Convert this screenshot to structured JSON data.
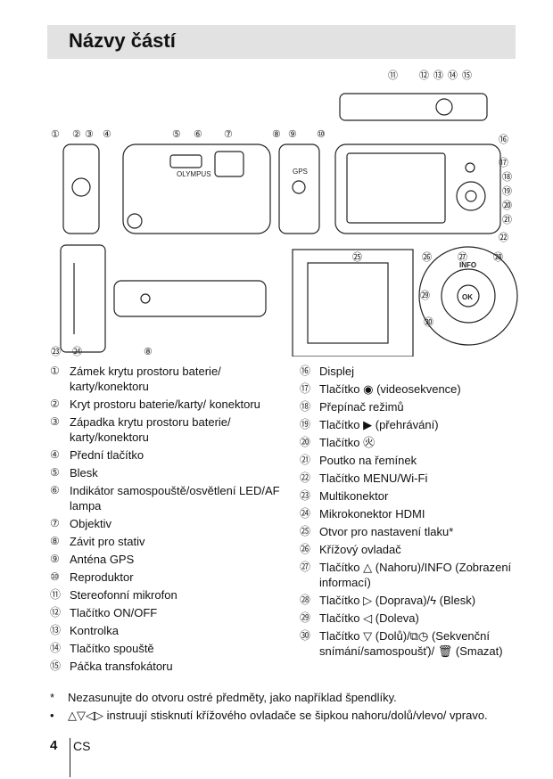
{
  "header": {
    "title": "Názvy částí"
  },
  "figure": {
    "callouts": [
      "⑪",
      "⑫",
      "⑬",
      "⑭",
      "⑮",
      "①",
      "②",
      "③",
      "④",
      "⑤",
      "⑥",
      "⑦",
      "⑧",
      "⑨",
      "⑩",
      "⑯",
      "⑰",
      "⑱",
      "⑲",
      "⑳",
      "㉑",
      "㉒",
      "㉓",
      "㉔",
      "⑧",
      "㉕",
      "㉖",
      "㉗",
      "㉘",
      "㉙",
      "㉚"
    ],
    "camera_brand": "OLYMPUS",
    "gps_label": "GPS",
    "ok_label": "OK",
    "info_label": "INFO"
  },
  "parts_left": [
    {
      "num": "①",
      "text": "Zámek krytu prostoru baterie/ karty/konektoru"
    },
    {
      "num": "②",
      "text": "Kryt prostoru baterie/karty/ konektoru"
    },
    {
      "num": "③",
      "text": "Západka krytu prostoru baterie/ karty/konektoru"
    },
    {
      "num": "④",
      "text": "Přední tlačítko"
    },
    {
      "num": "⑤",
      "text": "Blesk"
    },
    {
      "num": "⑥",
      "text": "Indikátor samospouště/osvětlení LED/AF lampa"
    },
    {
      "num": "⑦",
      "text": "Objektiv"
    },
    {
      "num": "⑧",
      "text": "Závit pro stativ"
    },
    {
      "num": "⑨",
      "text": "Anténa GPS"
    },
    {
      "num": "⑩",
      "text": "Reproduktor"
    },
    {
      "num": "⑪",
      "text": "Stereofonní mikrofon"
    },
    {
      "num": "⑫",
      "text": "Tlačítko ON/OFF"
    },
    {
      "num": "⑬",
      "text": "Kontrolka"
    },
    {
      "num": "⑭",
      "text": "Tlačítko spouště"
    },
    {
      "num": "⑮",
      "text": "Páčka transfokátoru"
    }
  ],
  "parts_right": [
    {
      "num": "⑯",
      "text": "Displej"
    },
    {
      "num": "⑰",
      "text": "Tlačítko ◉ (videosekvence)"
    },
    {
      "num": "⑱",
      "text": "Přepínač režimů"
    },
    {
      "num": "⑲",
      "text": "Tlačítko ▶ (přehrávání)"
    },
    {
      "num": "⑳",
      "text": "Tlačítko ㊋"
    },
    {
      "num": "㉑",
      "text": "Poutko na řemínek"
    },
    {
      "num": "㉒",
      "text": "Tlačítko MENU/Wi-Fi"
    },
    {
      "num": "㉓",
      "text": "Multikonektor"
    },
    {
      "num": "㉔",
      "text": "Mikrokonektor HDMI"
    },
    {
      "num": "㉕",
      "text": "Otvor pro nastavení tlaku*"
    },
    {
      "num": "㉖",
      "text": "Křížový ovladač"
    },
    {
      "num": "㉗",
      "text": "Tlačítko △ (Nahoru)/INFO (Zobrazení informací)"
    },
    {
      "num": "㉘",
      "text": "Tlačítko ▷ (Doprava)/ϟ (Blesk)"
    },
    {
      "num": "㉙",
      "text": "Tlačítko ◁ (Doleva)"
    },
    {
      "num": "㉚",
      "text": "Tlačítko ▽ (Dolů)/⧉◷ (Sekvenční snímání/samospoušť)/ 🗑 (Smazat)"
    }
  ],
  "notes": [
    {
      "mark": "*",
      "text": "Nezasunujte do otvoru ostré předměty, jako například špendlíky."
    },
    {
      "mark": "•",
      "text": "△▽◁▷ instruují stisknutí křížového ovladače se šipkou nahoru/dolů/vlevo/ vpravo."
    }
  ],
  "footer": {
    "page": "4",
    "lang": "CS"
  }
}
